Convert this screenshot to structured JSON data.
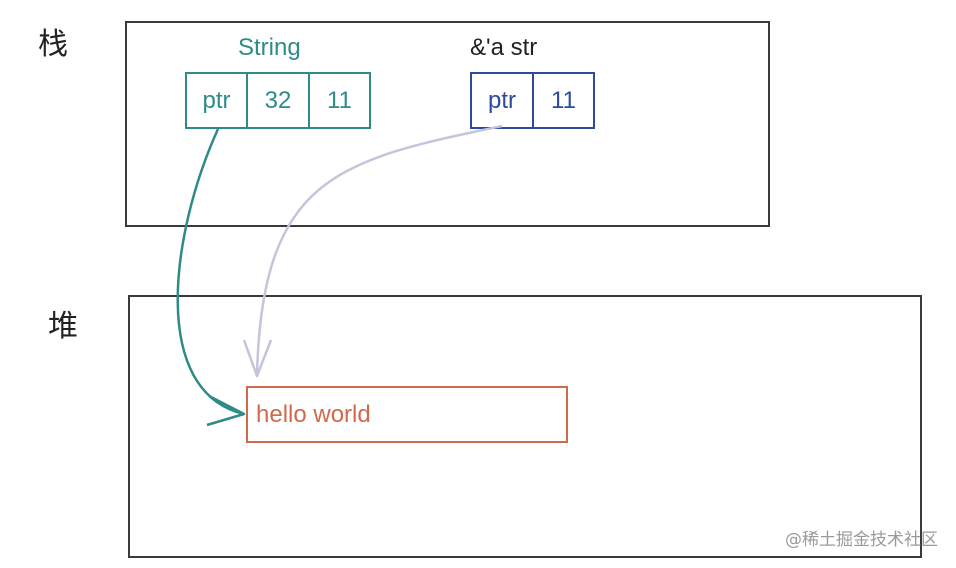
{
  "stack": {
    "label": "栈",
    "string": {
      "type_label": "String",
      "cells": [
        "ptr",
        "32",
        "11"
      ]
    },
    "str_ref": {
      "type_label": "&'a str",
      "cells": [
        "ptr",
        "11"
      ]
    }
  },
  "heap": {
    "label": "堆",
    "value": "hello world"
  },
  "watermark": "@稀土掘金技术社区",
  "colors": {
    "string": "#2e8b87",
    "str_ref": "#2f4a9a",
    "heap_value": "#cf6a4c",
    "string_arrow": "#2e8b87",
    "str_ref_arrow": "#c4c4dc",
    "box_border": "#3a3a3a"
  }
}
